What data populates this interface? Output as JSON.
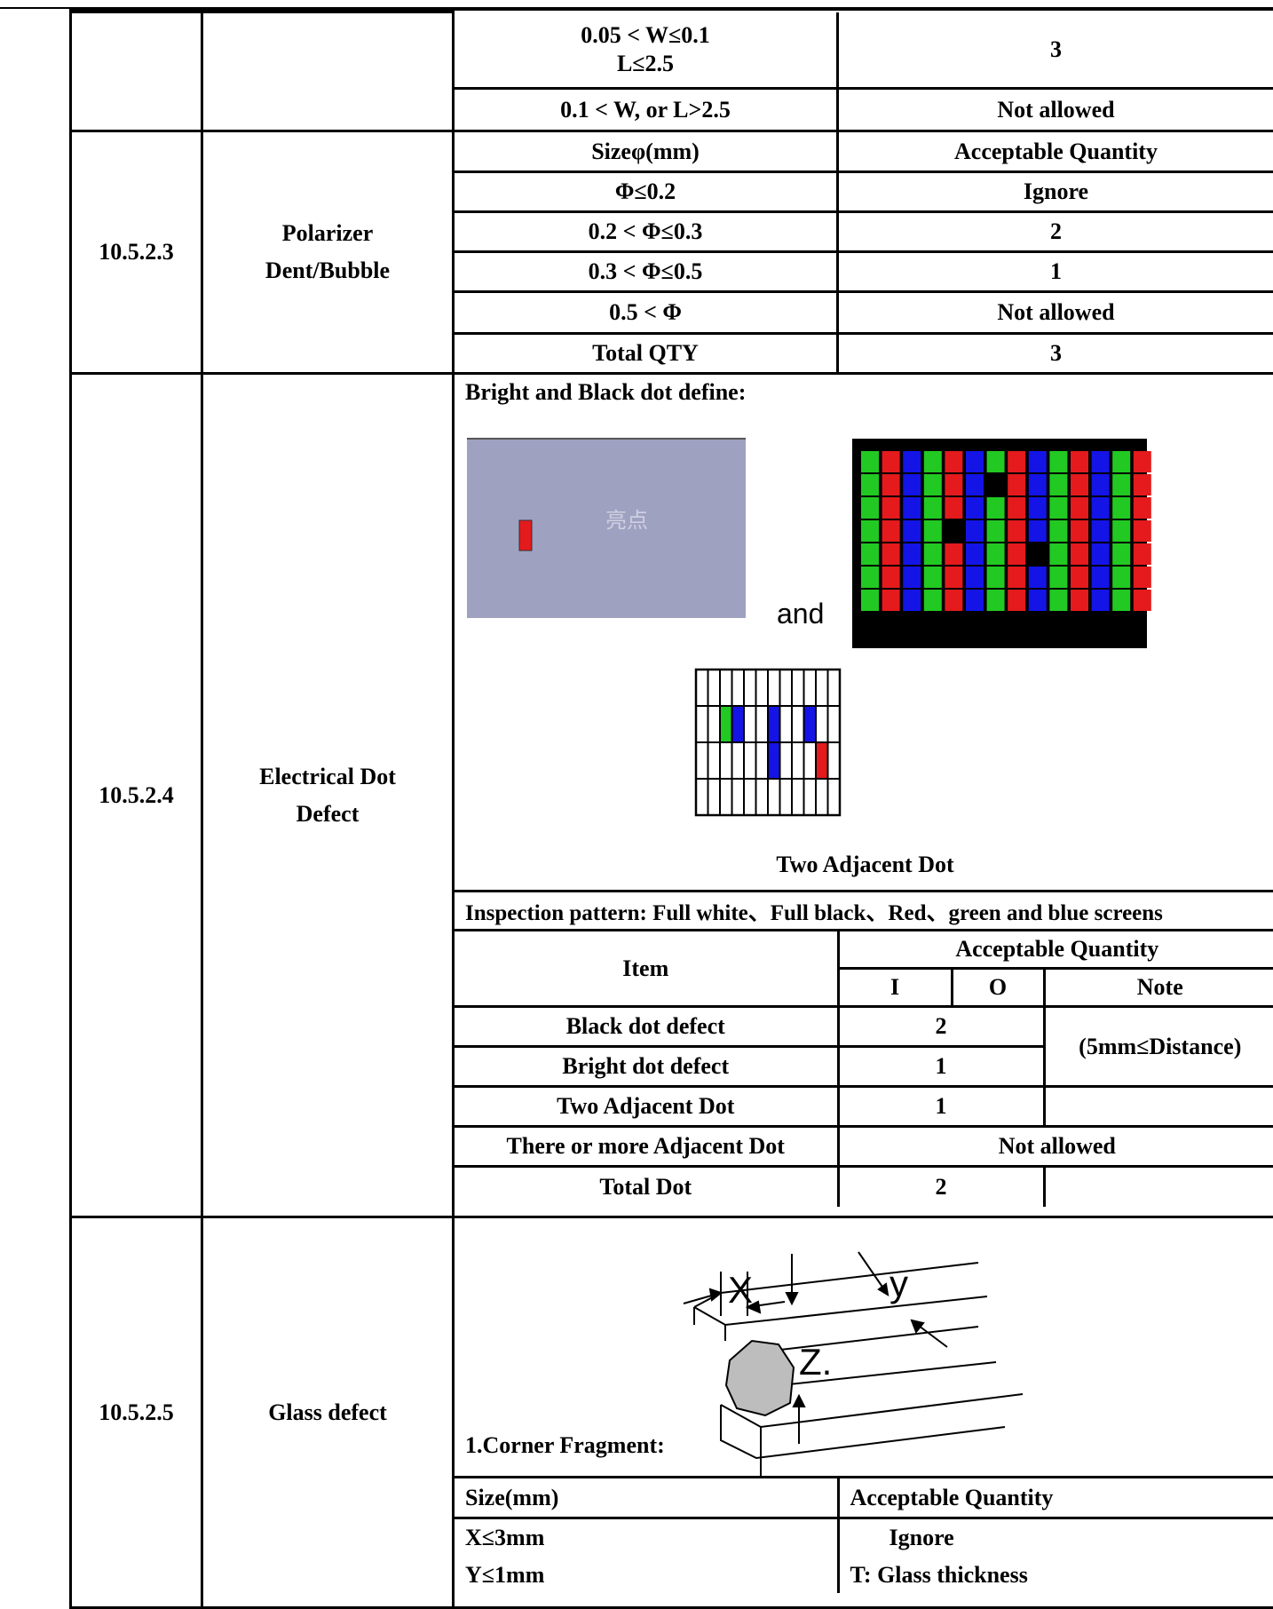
{
  "polarizer_scratch_tail": {
    "rows": [
      {
        "size_line1": "0.05 < W≤0.1",
        "size_line2": "L≤2.5",
        "qty": "3"
      },
      {
        "size": "0.1 < W, or L>2.5",
        "qty": "Not allowed"
      }
    ]
  },
  "dent_bubble": {
    "code": "10.5.2.3",
    "title_line1": "Polarizer",
    "title_line2": "Dent/Bubble",
    "header_size": "Sizeφ(mm)",
    "header_qty": "Acceptable Quantity",
    "rows": [
      {
        "size": "Φ≤0.2",
        "qty": "Ignore"
      },
      {
        "size": "0.2 < Φ≤0.3",
        "qty": "2"
      },
      {
        "size": "0.3 < Φ≤0.5",
        "qty": "1"
      },
      {
        "size": "0.5 < Φ",
        "qty": "Not allowed"
      },
      {
        "size": "Total QTY",
        "qty": "3"
      }
    ]
  },
  "electrical_dot": {
    "code": "10.5.2.4",
    "title_line1": "Electrical Dot",
    "title_line2": "Defect",
    "define_label": "Bright and Black dot define:",
    "bright_dot_caption": "亮点",
    "and_label": "and",
    "adjacent_caption": "Two Adjacent Dot",
    "inspection_pattern": "Inspection pattern: Full white、Full black、Red、green and blue screens",
    "table_header": {
      "item": "Item",
      "qty": "Acceptable Quantity",
      "i": "I",
      "o": "O",
      "note": "Note"
    },
    "rows": [
      {
        "item": "Black dot defect",
        "qty": "2"
      },
      {
        "item": "Bright dot defect",
        "qty": "1"
      },
      {
        "item": "Two Adjacent Dot",
        "qty": "1"
      },
      {
        "item": "There or more Adjacent Dot",
        "qty": "Not allowed"
      },
      {
        "item": "Total Dot",
        "qty": "2"
      }
    ],
    "note": "(5mm≤Distance)"
  },
  "glass_defect": {
    "code": "10.5.2.5",
    "title": "Glass defect",
    "fragment_label": "1.Corner Fragment:",
    "diagram_labels": {
      "x": "X",
      "y": "y",
      "z": "Z."
    },
    "header_size": "Size(mm)",
    "header_qty": "Acceptable Quantity",
    "rows": [
      {
        "size": "X≤3mm",
        "qty": "Ignore"
      },
      {
        "size": "Y≤1mm",
        "qty": "T: Glass thickness"
      }
    ]
  },
  "colors": {
    "panel_grey": "#9fa1c1",
    "red": "#e41a1c",
    "green": "#22c922",
    "blue": "#1414e6",
    "black": "#000000"
  }
}
